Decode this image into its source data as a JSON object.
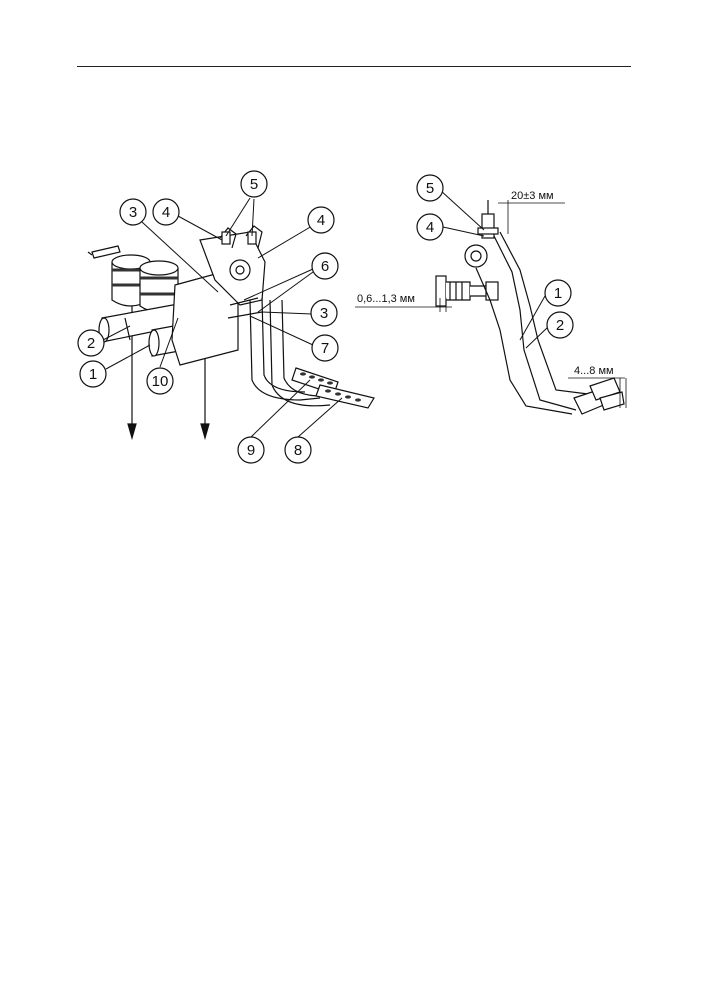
{
  "left_figure": {
    "callouts": [
      "1",
      "2",
      "3",
      "4",
      "5",
      "4",
      "6",
      "3",
      "7",
      "8",
      "9",
      "10"
    ]
  },
  "right_figure": {
    "callouts": [
      "5",
      "4",
      "1",
      "2"
    ],
    "dimensions": {
      "pushrod_gap": "20±3  мм",
      "switch_gap": "0,6...1,3  мм",
      "pedal_free_play": "4...8 мм"
    }
  }
}
